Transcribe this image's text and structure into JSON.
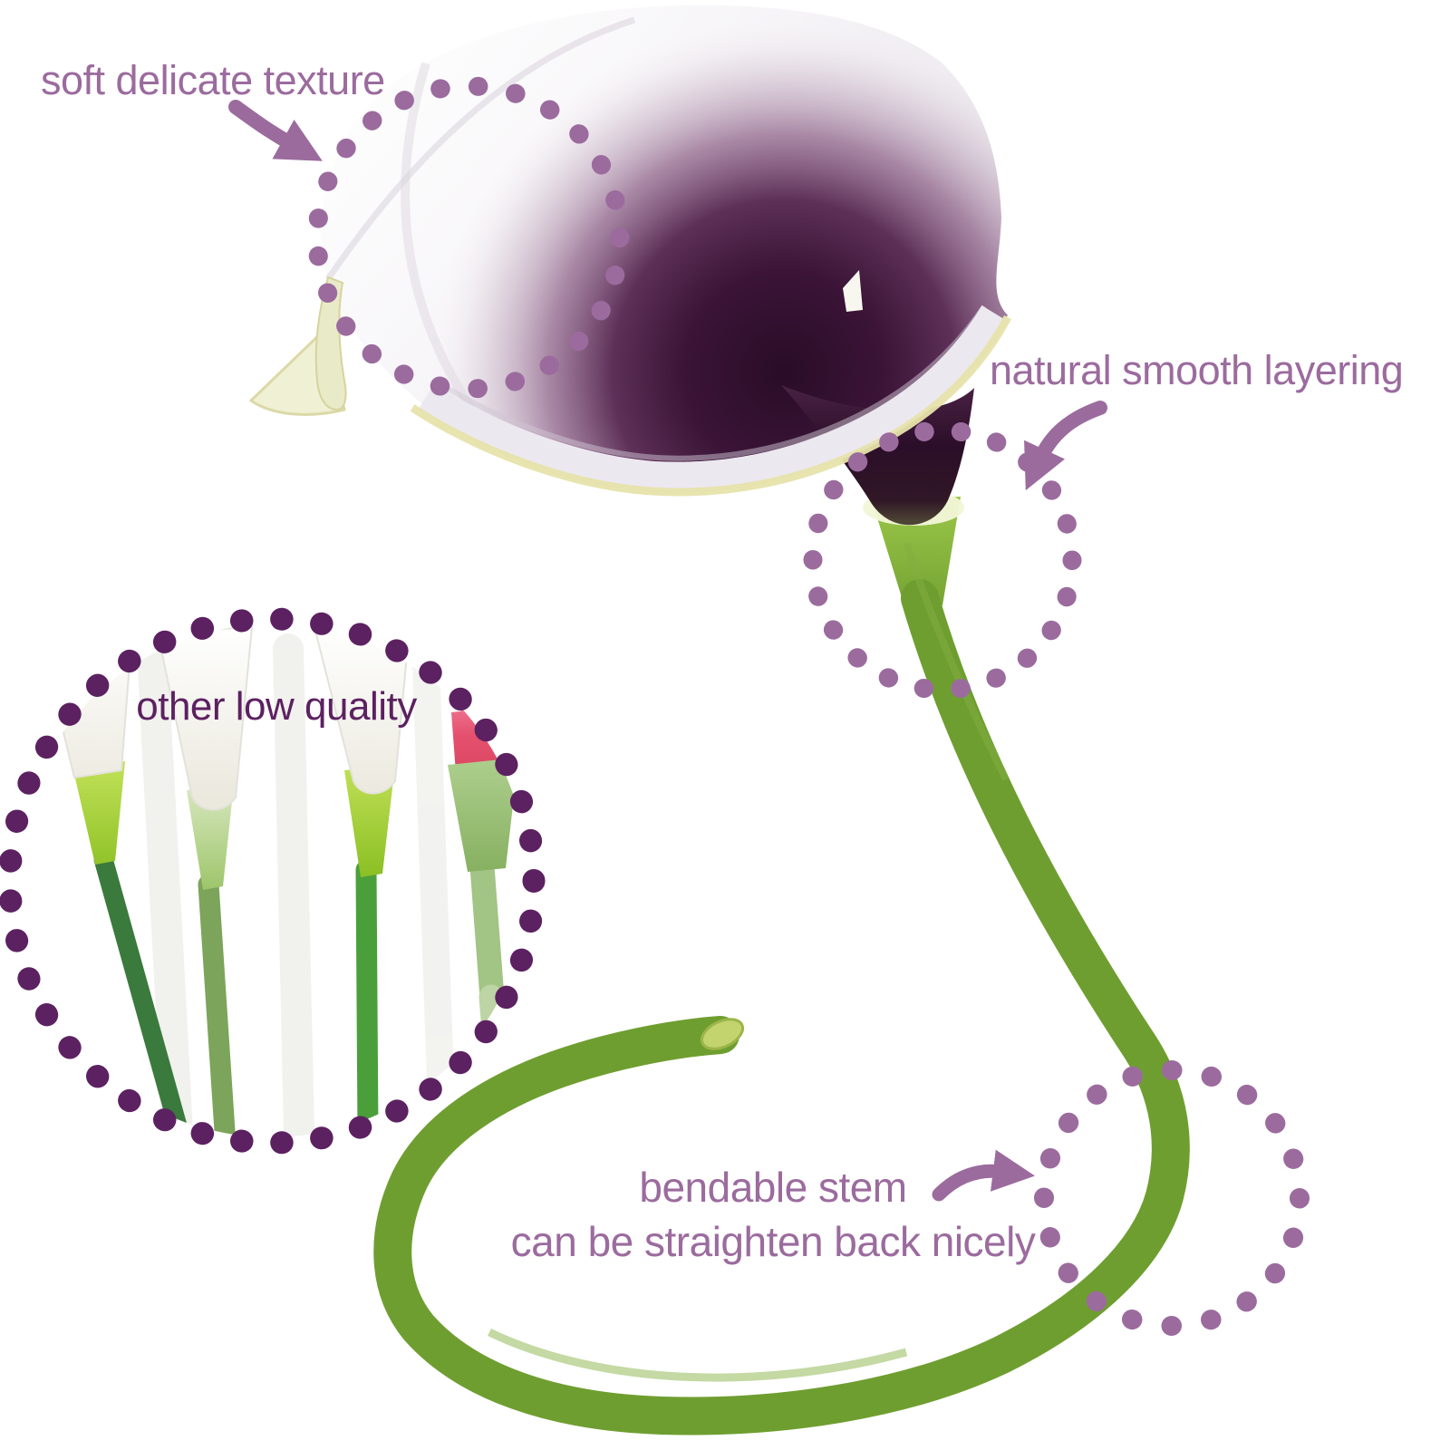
{
  "figure": {
    "kind": "product-feature-infographic",
    "background": "#ffffff"
  },
  "annotations": {
    "soft_texture": {
      "label": "soft delicate texture"
    },
    "smooth_layering": {
      "label": "natural smooth layering"
    },
    "low_quality": {
      "label": "other low quality"
    },
    "bendable_stem": {
      "line1": "bendable stem",
      "line2": "can be straighten back nicely"
    }
  },
  "icons": {
    "soft_texture_arrow": "curved-arrow-pointing-down-right",
    "smooth_layering_arrow": "curved-arrow-pointing-down-left",
    "bendable_stem_arrow": "curved-arrow-pointing-right",
    "highlight_rings": "dotted-circle-outline"
  },
  "colors": {
    "annotation_purple": "#9b6b9e",
    "inset_dark_purple": "#5c2161",
    "stem_green": "#6f9e30",
    "stem_tip_green": "#c3d36e",
    "flower_throat_purple": "#2e0f2b",
    "petal_white": "#f7f5f8",
    "petal_rim_cream": "#e7e3ab",
    "inset_bud_red": "#e4506d",
    "inset_stem_greens": [
      "#3b7a3d",
      "#7ca45a",
      "#4a9f3b",
      "#a2c485"
    ]
  }
}
